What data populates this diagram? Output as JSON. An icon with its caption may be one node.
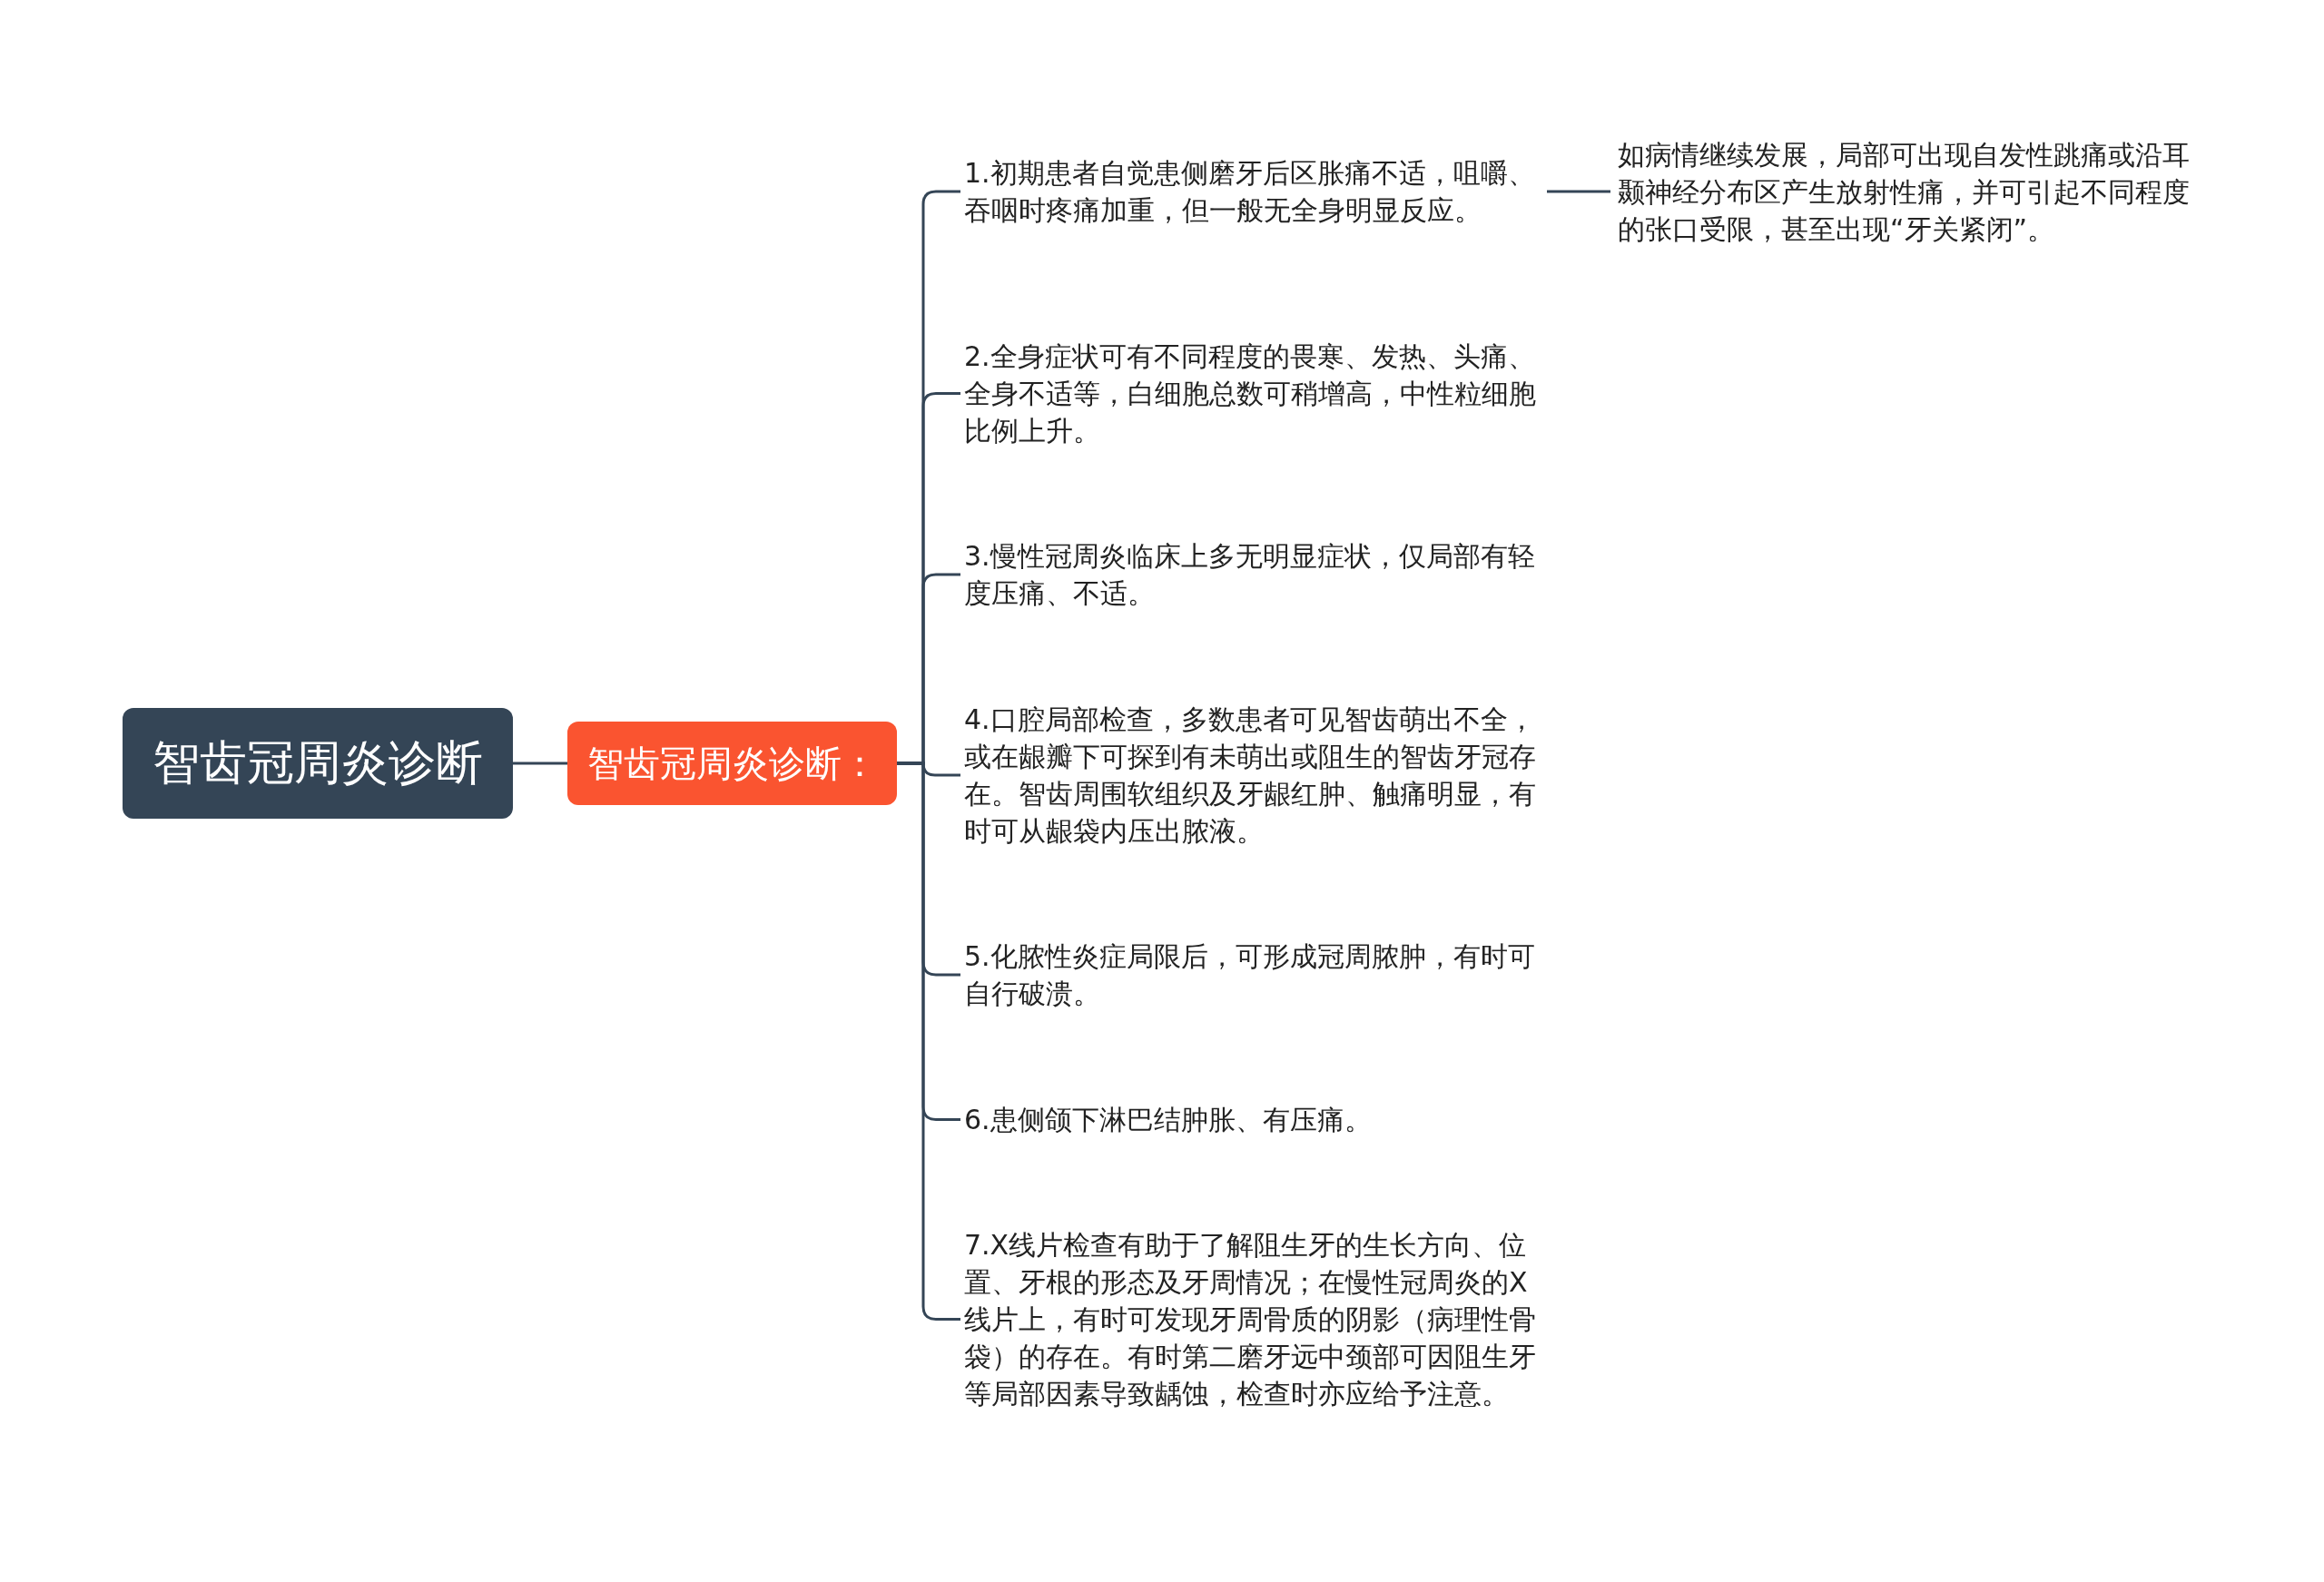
{
  "diagram": {
    "nodes": [
      {
        "text": [
          "智齿冠周炎诊断"
        ]
      },
      {
        "text": [
          "智齿冠周炎诊断："
        ]
      },
      {
        "text": [
          "1.初期患者自觉患侧磨牙后区胀痛不适，咀嚼、吞咽时疼痛加重，但一般无全身明显反应。"
        ]
      },
      {
        "text": [
          "2.全身症状可有不同程度的畏寒、发热、头痛、全身不适等，白细胞总数可稍增高，中性粒细胞比例上升。"
        ]
      },
      {
        "text": [
          "3.慢性冠周炎临床上多无明显症状，仅局部有轻度压痛、不适。"
        ]
      },
      {
        "text": [
          "4.口腔局部检查，多数患者可见智齿萌出不全，或在龈瓣下可探到有未萌出或阻生的智齿牙冠存在。智齿周围软组织及牙龈红肿、触痛明显，有时可从龈袋内压出脓液。"
        ]
      },
      {
        "text": [
          "5.化脓性炎症局限后，可形成冠周脓肿，有时可自行破溃。"
        ]
      },
      {
        "text": [
          "6.患侧颌下淋巴结肿胀、有压痛。"
        ]
      },
      {
        "text": [
          "7.X线片检查有助于了解阻生牙的生长方向、位置、牙根的形态及牙周情况；在慢性冠周炎的X线片上，有时可发现牙周骨质的阴影（病理性骨袋）的存在。有时第二磨牙远中颈部可因阻生牙等局部因素导致龋蚀，检查时亦应给予注意。"
        ]
      },
      {
        "text": [
          "如病情继续发展，局部可出现自发性跳痛或沿耳颞神经分布区产生放射性痛，并可引起不同程度的张口受限，甚至出现“牙关紧闭”。"
        ]
      }
    ],
    "edges": [
      {
        "from": 0,
        "to": 1,
        "arrow": "none"
      },
      {
        "from": 1,
        "to": 2,
        "arrow": "none"
      },
      {
        "from": 1,
        "to": 3,
        "arrow": "none"
      },
      {
        "from": 1,
        "to": 4,
        "arrow": "none"
      },
      {
        "from": 1,
        "to": 5,
        "arrow": "none"
      },
      {
        "from": 1,
        "to": 6,
        "arrow": "none"
      },
      {
        "from": 1,
        "to": 7,
        "arrow": "none"
      },
      {
        "from": 1,
        "to": 8,
        "arrow": "none"
      },
      {
        "from": 2,
        "to": 9,
        "arrow": "none"
      }
    ]
  }
}
